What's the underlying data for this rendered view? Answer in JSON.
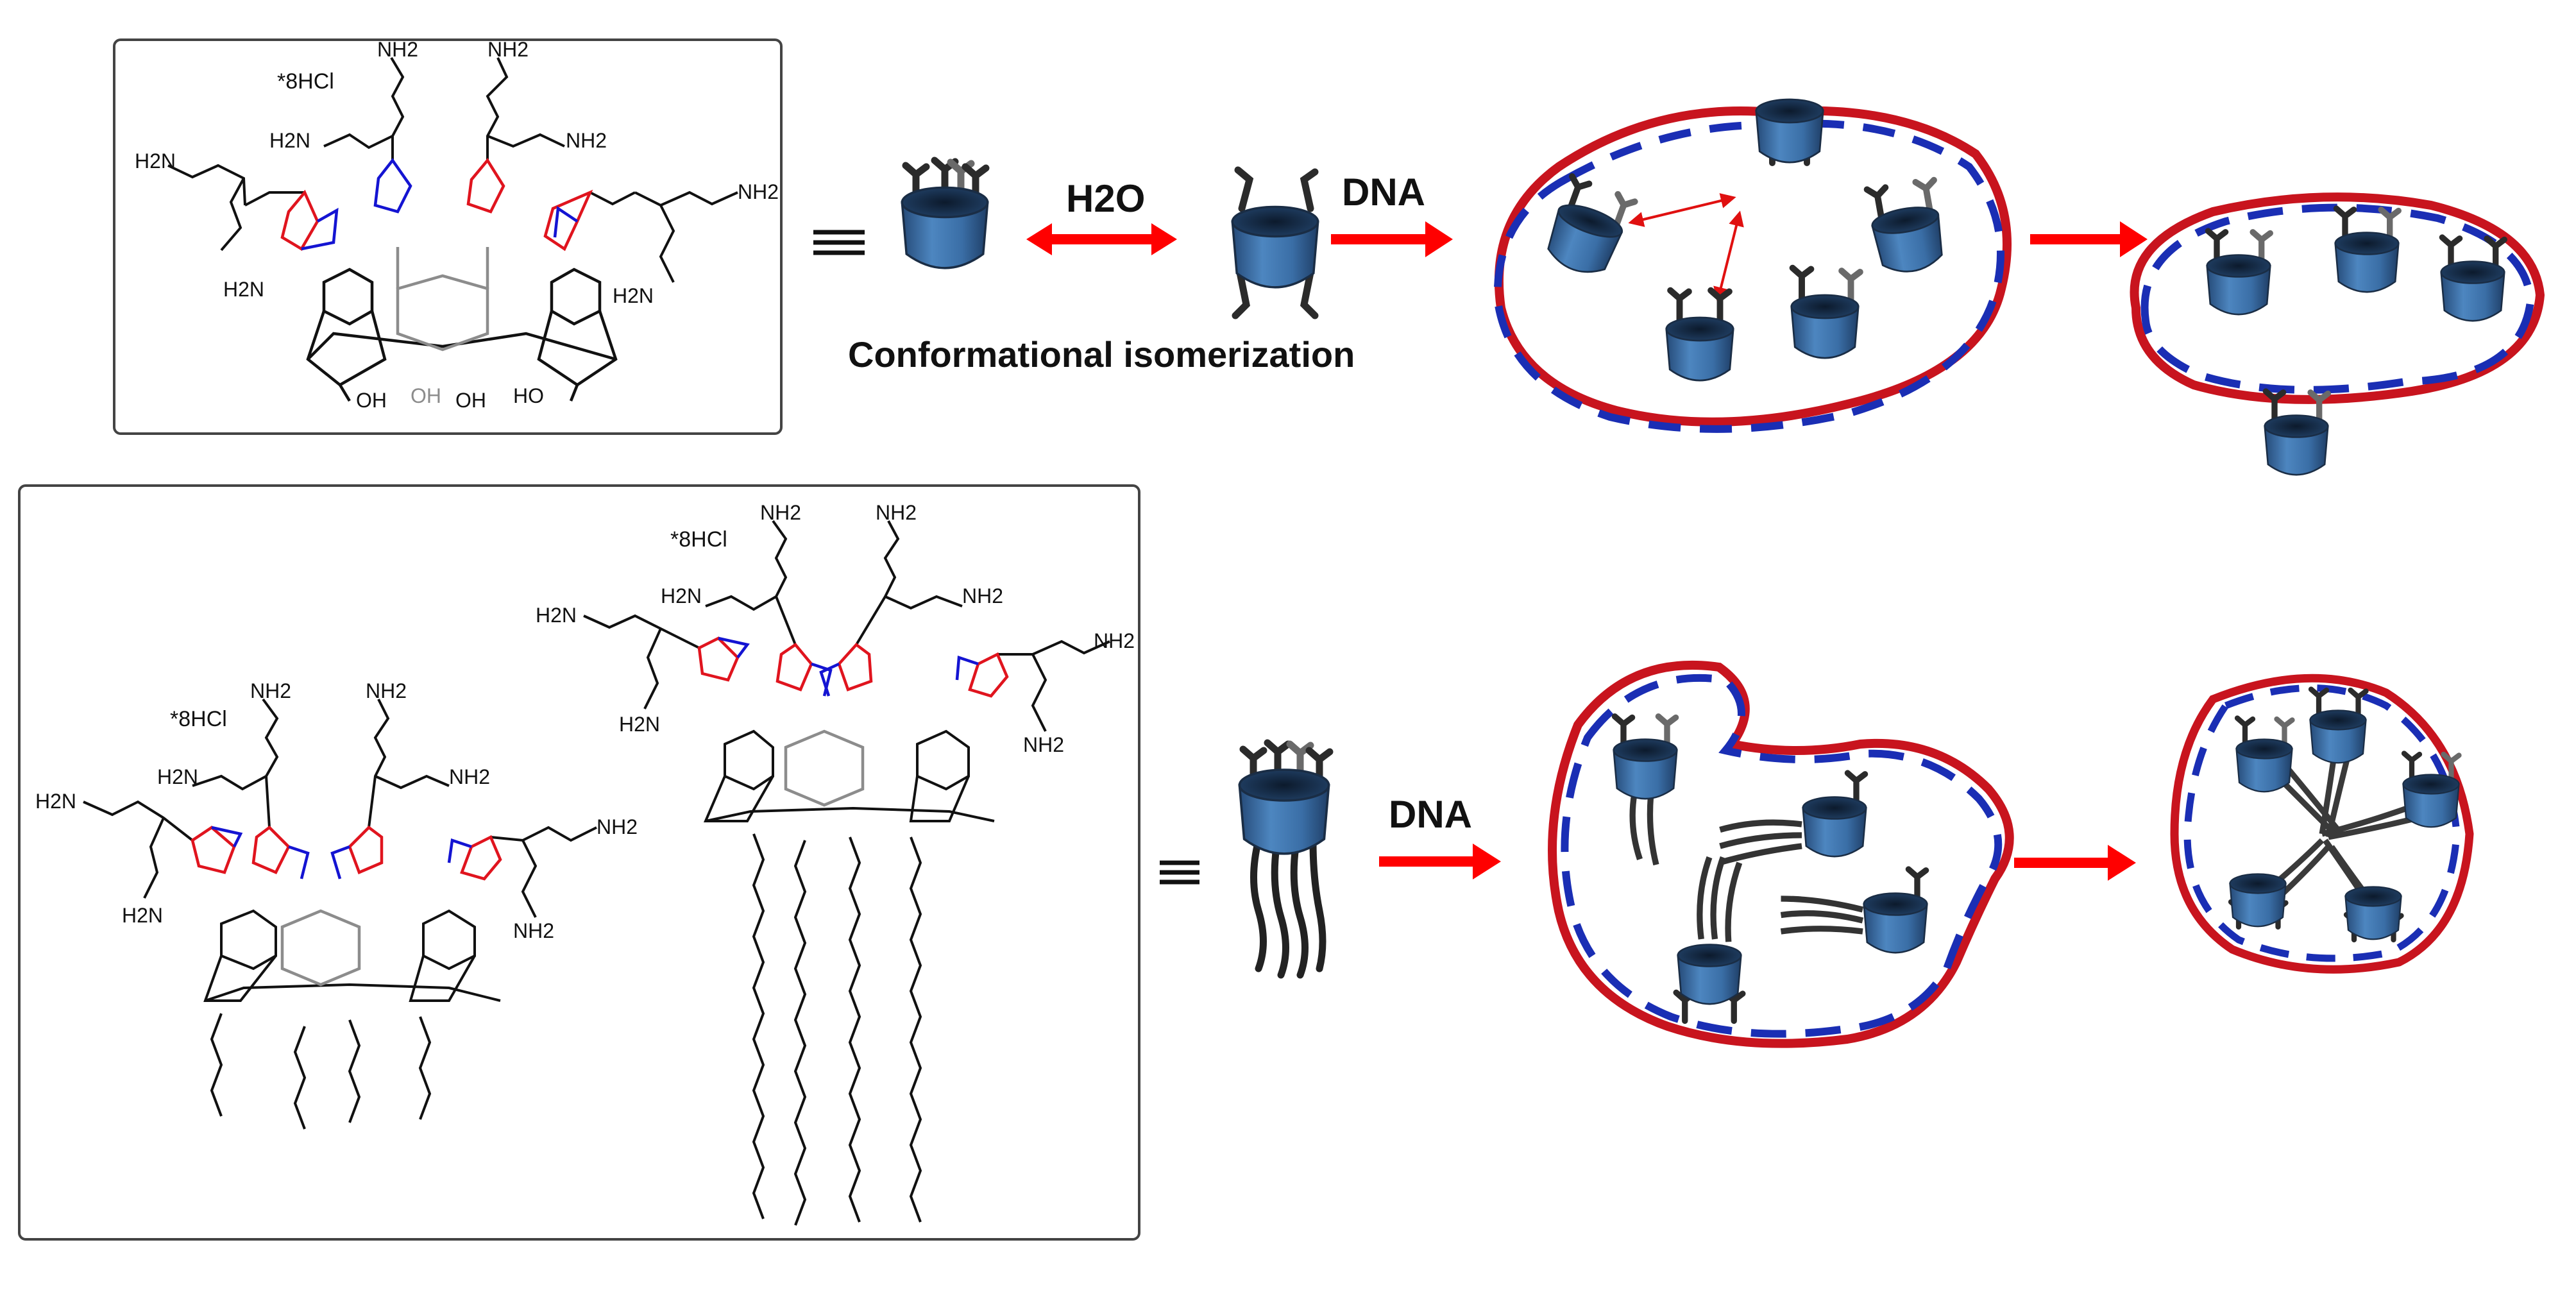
{
  "panel_top": {
    "salt_label": "*8HCl",
    "amine_labels": [
      "NH2",
      "NH2",
      "H2N",
      "H2N",
      "H2N",
      "NH2",
      "H2N",
      "NH2"
    ],
    "hydroxyl_labels": [
      "OH",
      "OH",
      "OH",
      "HO"
    ],
    "water_label": "H2O",
    "dna_label": "DNA",
    "caption": "Conformational isomerization"
  },
  "panel_bottom": {
    "salt_label_left": "*8HCl",
    "salt_label_right": "*8HCl",
    "amine_labels_left": [
      "NH2",
      "NH2",
      "H2N",
      "NH2",
      "H2N",
      "NH2",
      "H2N",
      "NH2"
    ],
    "amine_labels_right": [
      "NH2",
      "NH2",
      "H2N",
      "NH2",
      "H2N",
      "NH2",
      "H2N",
      "NH2"
    ],
    "dna_label": "DNA"
  },
  "colors": {
    "cone_blue": "#3d6fa6",
    "dna_red": "#c8141e",
    "dna_blue": "#1a2eb4",
    "arrow_red": "#ff0000",
    "triazole_red": "#e0141e",
    "triazole_blue": "#1414d2"
  }
}
